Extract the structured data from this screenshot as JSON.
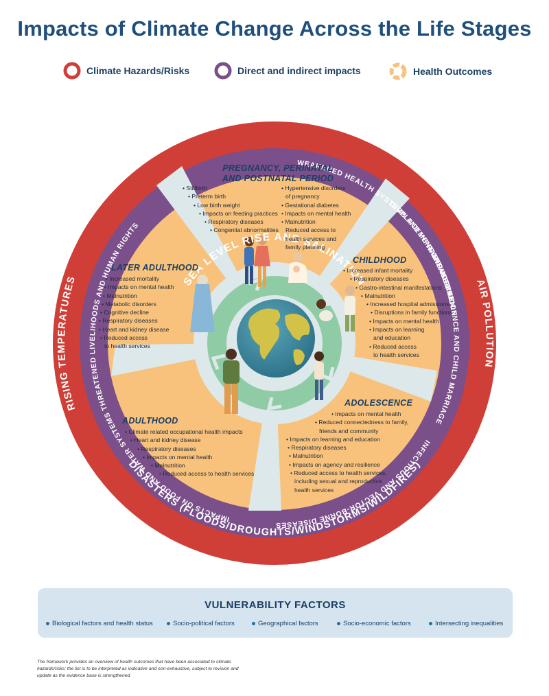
{
  "title": "Impacts of Climate Change Across the Life Stages",
  "legend": [
    {
      "label": "Climate Hazards/Risks",
      "color": "#cf3f38"
    },
    {
      "label": "Direct and indirect impacts",
      "color": "#7a4f8a"
    },
    {
      "label": "Health Outcomes",
      "color": "#f6c27b"
    }
  ],
  "hazards": {
    "top": "SEA LEVEL RISE AND SALINATION",
    "right": "AIR POLLUTION",
    "bottom": "DISASTERS (FLOODS/DROUGHTS/WINDSTORMS/WILDFIRES)",
    "left": "RISING TEMPERATURES"
  },
  "impacts": {
    "top": "WEAKENED HEALTH SYSTEMS AND INFRASTRUCTURE",
    "top_right": "INCREASED VIOLENCE AND CHILD MARRIAGE",
    "bottom_right": "DISPLACEMENT AND MIGRATION",
    "bottom": "INFECTIOUS AND VECTOR-BORNE DISEASES",
    "bottom_left": "IMPACTS ON FOOD AND WATER SYSTEMS",
    "top_left": "THREATENED LIVELIHOODS AND HUMAN RIGHTS"
  },
  "stages": {
    "pregnancy": {
      "title_line1": "PREGNANCY, PERINATAL",
      "title_line2": "AND POSTNATAL PERIOD",
      "left": [
        "Stillbirth",
        "Preterm birth",
        "Low birth weight",
        "Impacts on feeding practices",
        "Respiratory diseases",
        "Congenital abnormalities"
      ],
      "right": [
        "Hypertensive disorders",
        "of pregnancy",
        "Gestational diabetes",
        "Impacts on mental health",
        "Malnutrition",
        "Reduced access to",
        "health services and",
        "family planning"
      ]
    },
    "childhood": {
      "title": "CHILDHOOD",
      "items": [
        "Increased infant mortality",
        "Respiratory diseases",
        "Gastro-intestinal manifestations",
        "Malnutrition",
        "Increased hospital admissions",
        "Disruptions in family functions",
        "Impacts on mental health",
        "Impacts on learning",
        "and education",
        "Reduced access",
        "to health services"
      ]
    },
    "adolescence": {
      "title": "ADOLESCENCE",
      "items": [
        "Impacts on mental health",
        "Reduced connectedness to family,",
        "friends and community",
        "Impacts on learning and education",
        "Respiratory diseases",
        "Malnutrition",
        "Impacts on agency and resilience",
        "Reduced access to health services,",
        "including sexual and reproductive",
        "health services"
      ]
    },
    "adulthood": {
      "title": "ADULTHOOD",
      "items": [
        "Climate related occupational health impacts",
        "Heart and kidney disease",
        "Respiratory diseases",
        "Impacts on mental health",
        "Malnutrition",
        "Reduced access to health services"
      ]
    },
    "later": {
      "title": "LATER ADULTHOOD",
      "items": [
        "Increased mortality",
        "Impacts on mental health",
        "Malnutrition",
        "Metabolic disorders",
        "Cognitive decline",
        "Respiratory diseases",
        "Heart and kidney disease",
        "Reduced access",
        "to health services"
      ]
    }
  },
  "vulnerability": {
    "title": "VULNERABILITY FACTORS",
    "items": [
      "Biological factors and health status",
      "Socio-political factors",
      "Geographical factors",
      "Socio-economic factors",
      "Intersecting inequalities"
    ]
  },
  "footnote": "The framework provides an overview of health outcomes that have been associated to climate hazards/risks; the list is to be interpreted as indicative and non-exhaustive, subject to revision and update as the evidence base is strengthened.",
  "colors": {
    "hazard_ring": "#cf3f38",
    "impact_ring": "#7a4f8a",
    "outcome": "#f8c27c",
    "path": "#dde8ea",
    "green": "#8fcca6",
    "title": "#1f4f7a"
  }
}
